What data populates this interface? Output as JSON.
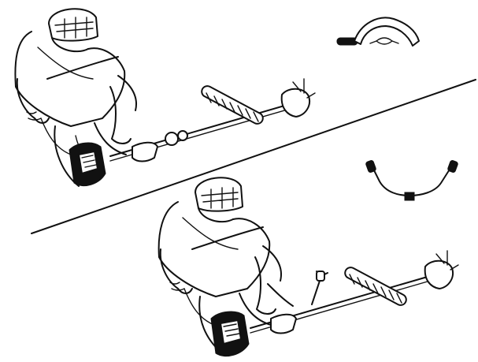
{
  "illustration": {
    "panels": [
      {
        "id": "top",
        "depicts": "operator-with-shoulder-harness-and-loop-handle-trimmer",
        "handle_icon": "loop-handle-icon"
      },
      {
        "id": "bottom",
        "depicts": "operator-with-shoulder-harness-and-bike-handle-trimmer",
        "handle_icon": "bike-handle-icon"
      }
    ],
    "colors": {
      "ink": "#111111",
      "paper": "#ffffff"
    }
  }
}
